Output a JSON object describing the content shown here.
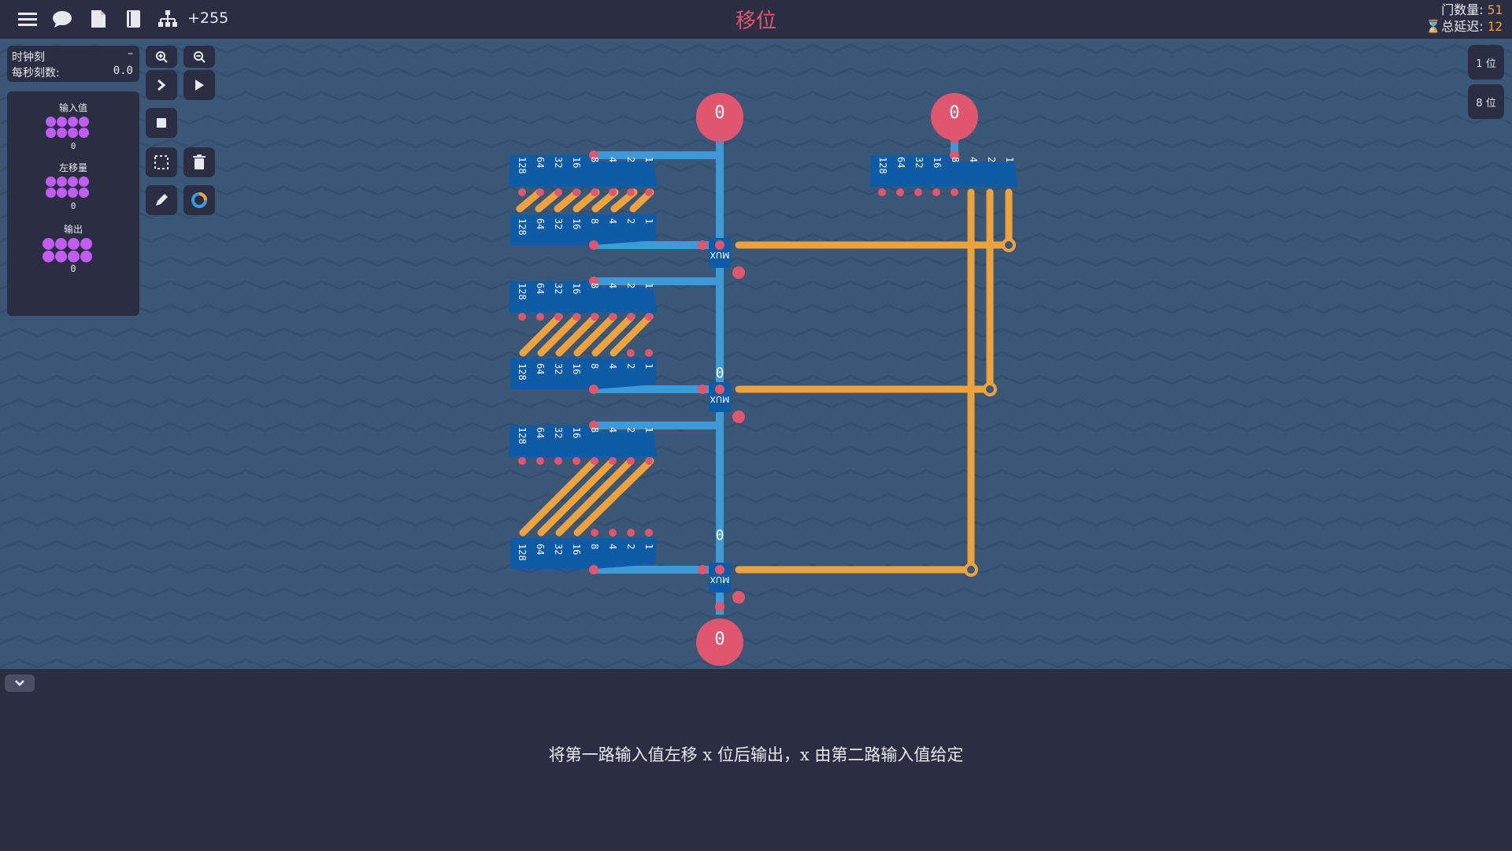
{
  "topbar": {
    "title": "移位",
    "score": "+255",
    "gate_label": "门数量:",
    "gate_value": "51",
    "delay_label": "总延迟:",
    "delay_value": "12"
  },
  "clock": {
    "title": "时钟刻",
    "minimize": "–",
    "rate_label": "每秒刻数:",
    "rate_value": "0.0"
  },
  "io_panel": {
    "items": [
      {
        "label": "输入值",
        "value": "0"
      },
      {
        "label": "左移量",
        "value": "0"
      },
      {
        "label": "输出",
        "value": "0"
      }
    ]
  },
  "bit_buttons": [
    "1 位",
    "8 位"
  ],
  "circuit": {
    "input_a": "0",
    "input_b": "0",
    "output": "0",
    "mux_label": "MUX",
    "mid_zero_1": "0",
    "mid_zero_2": "0",
    "bits": [
      "128",
      "64",
      "32",
      "16",
      "8",
      "4",
      "2",
      "1"
    ]
  },
  "description": "将第一路输入值左移 x 位后输出，x 由第二路输入值给定",
  "colors": {
    "accent_red": "#e0566e",
    "wire_blue": "#3d9ad6",
    "wire_orange": "#eea23e",
    "byte_blue": "#0d5aa7",
    "pixel_purple": "#c15ef2"
  }
}
